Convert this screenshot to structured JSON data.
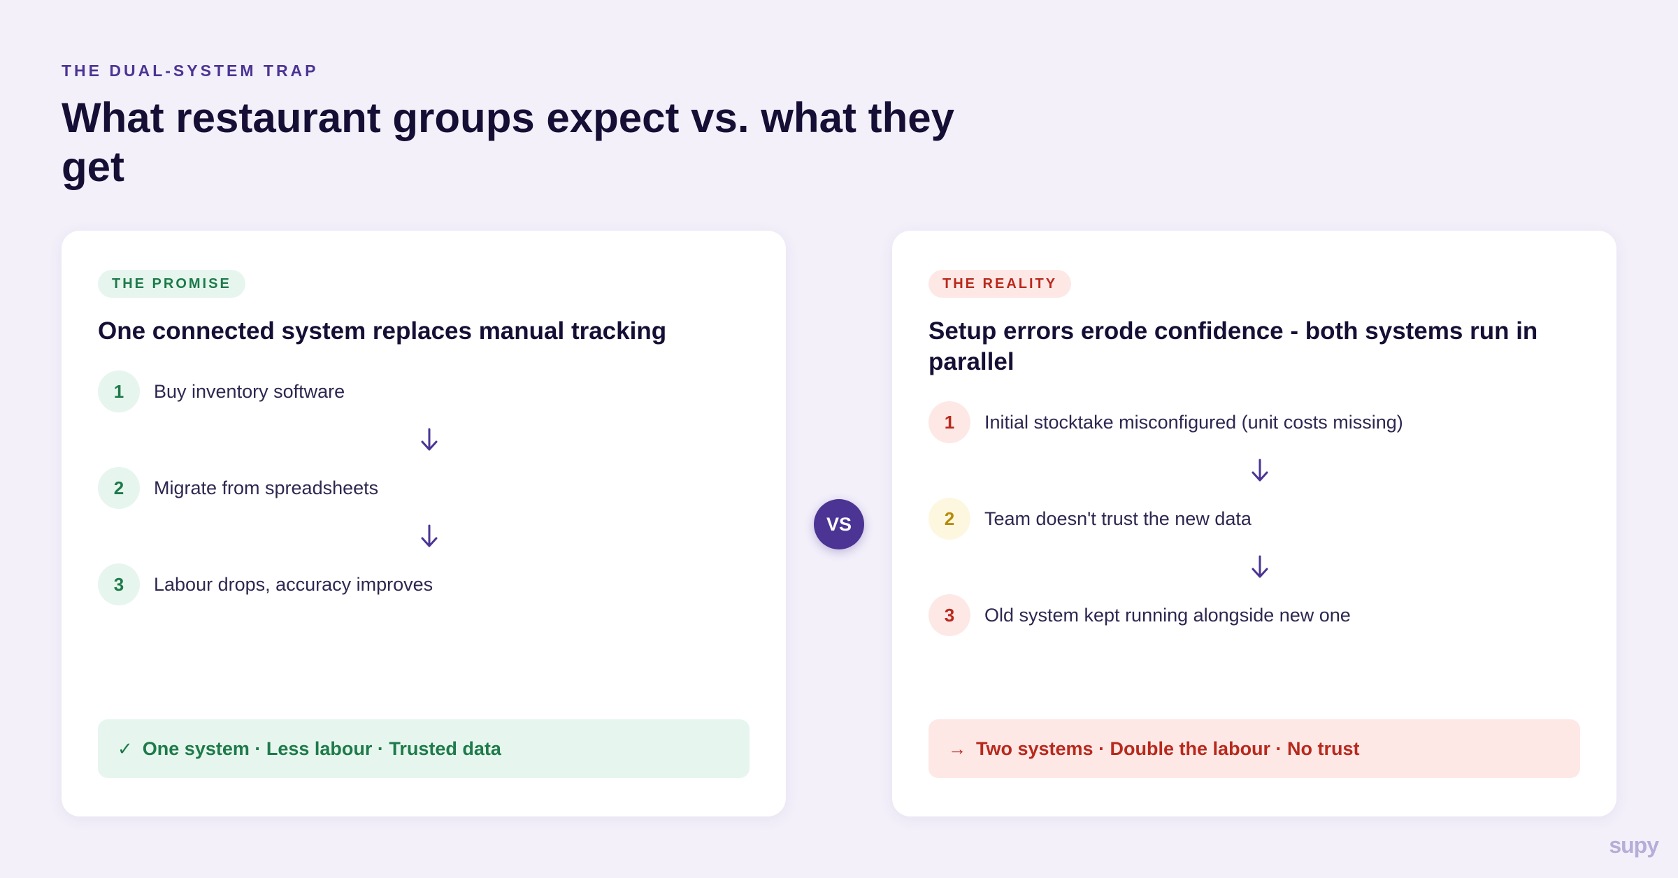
{
  "eyebrow": "THE DUAL-SYSTEM TRAP",
  "title": "What restaurant groups expect vs. what they get",
  "vs_label": "VS",
  "logo": "supy",
  "promise": {
    "tag": "THE PROMISE",
    "heading": "One connected system replaces manual tracking",
    "steps": [
      {
        "num": "1",
        "text": "Buy inventory software"
      },
      {
        "num": "2",
        "text": "Migrate from spreadsheets"
      },
      {
        "num": "3",
        "text": "Labour drops, accuracy improves"
      }
    ],
    "footer_icon": "✓",
    "footer": "One system · Less labour · Trusted data"
  },
  "reality": {
    "tag": "THE REALITY",
    "heading": "Setup errors erode confidence - both systems run in parallel",
    "steps": [
      {
        "num": "1",
        "text": "Initial stocktake misconfigured (unit costs missing)"
      },
      {
        "num": "2",
        "text": "Team doesn't trust the new data"
      },
      {
        "num": "3",
        "text": "Old system kept running alongside new one"
      }
    ],
    "footer_icon": "→",
    "footer": "Two systems · Double the labour · No trust"
  },
  "colors": {
    "background": "#f3f0fa",
    "accent": "#4b3494",
    "promise_green": "#1e7a4a",
    "reality_red": "#b8291c",
    "warning_amber": "#b68a0a"
  }
}
